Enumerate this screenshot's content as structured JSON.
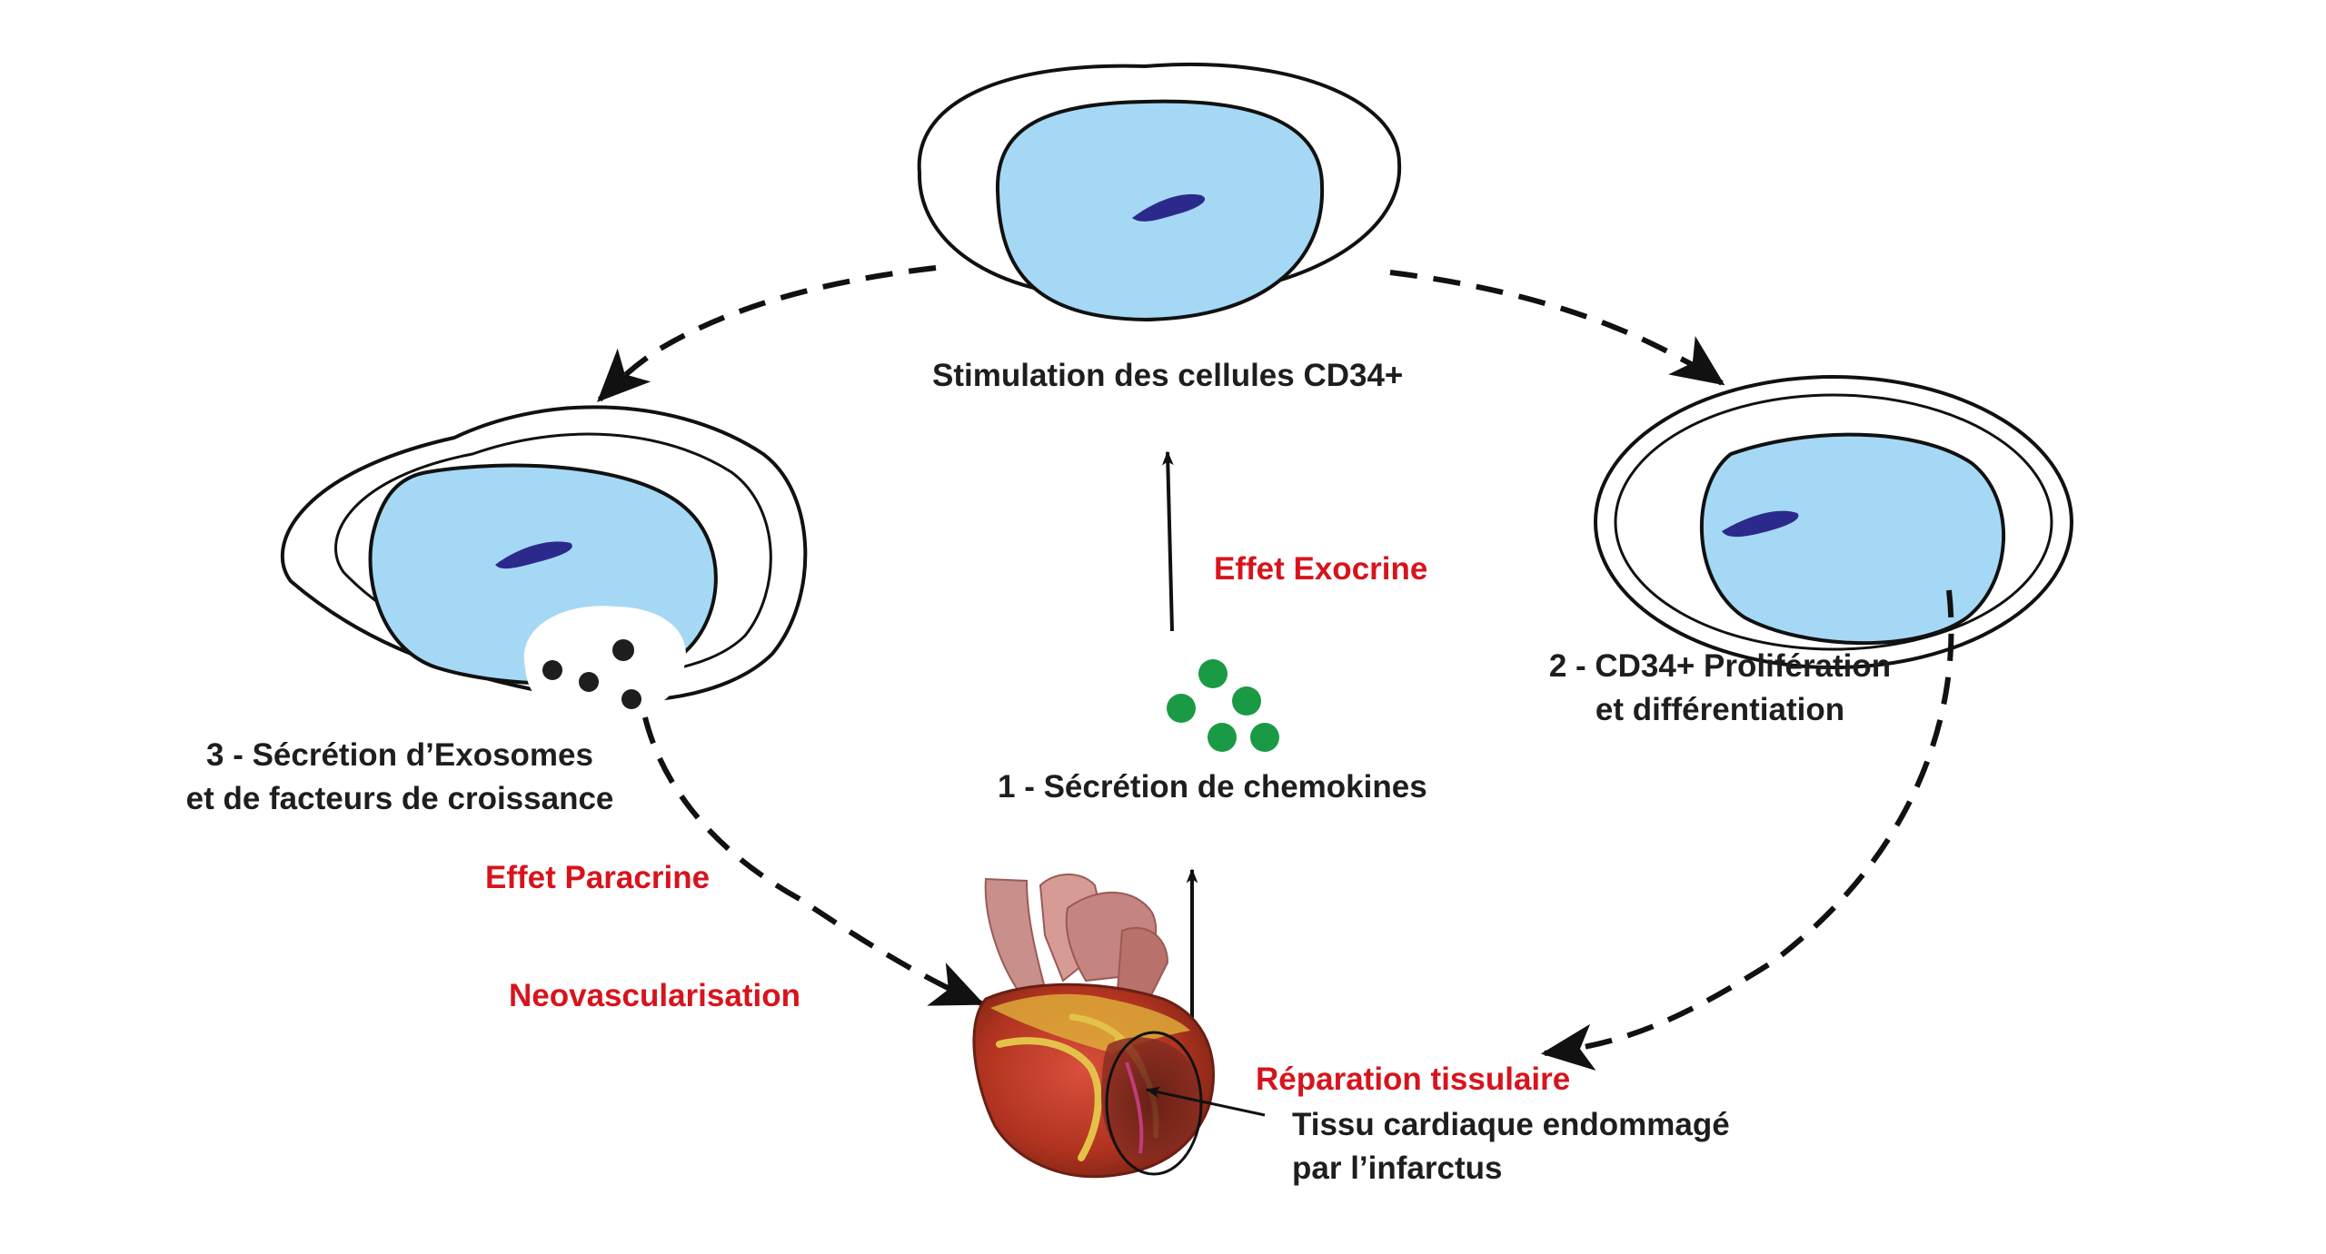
{
  "colors": {
    "cytoplasm": "#a5d8f5",
    "nucleus": "#2b2a8c",
    "chemokine": "#1a9a44",
    "exosome": "#1e1e1e",
    "text": "#1e1e1e",
    "effect_text": "#d7141d"
  },
  "cells": {
    "top_label": "Stimulation des cellules CD34+",
    "right_label_line1": "2 - CD34+ Prolifération",
    "right_label_line2": "et différentiation",
    "left_label_line1": "3 - Sécrétion d’Exosomes",
    "left_label_line2": "et de facteurs de croissance"
  },
  "center": {
    "chemokines_label": "1 - Sécrétion de chemokines",
    "exocrine_label": "Effet Exocrine"
  },
  "effects": {
    "paracrine": "Effet Paracrine",
    "neovascularisation": "Neovascularisation",
    "repair": "Réparation tissulaire"
  },
  "heart": {
    "damage_label_line1": "Tissu cardiaque endommagé",
    "damage_label_line2": "par l’infarctus"
  }
}
